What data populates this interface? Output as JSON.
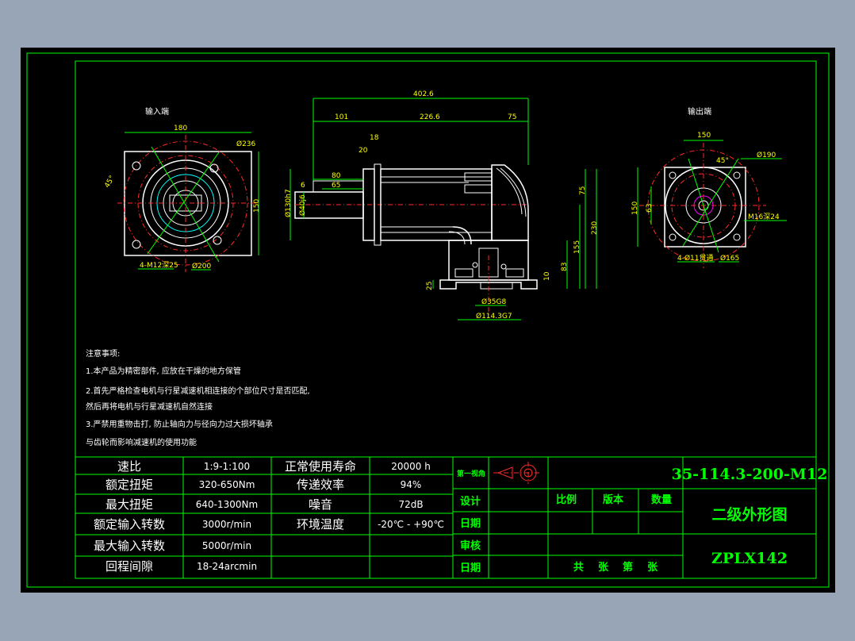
{
  "views": {
    "input_label": "输入端",
    "output_label": "输出端"
  },
  "dims": {
    "in_180": "180",
    "in_236": "Ø236",
    "in_45": "45°",
    "in_150": "150",
    "in_m12": "4-M12深25",
    "in_200": "Ø200",
    "side_402": "402.6",
    "side_101": "101",
    "side_226": "226.6",
    "side_75a": "75",
    "side_18": "18",
    "side_20": "20",
    "side_80": "80",
    "side_65": "65",
    "side_6": "6",
    "side_130": "Ø130h7",
    "side_40": "Ø40j6",
    "side_75b": "75",
    "side_230": "230",
    "side_155": "155",
    "side_83": "83",
    "side_10": "10",
    "side_25": "25",
    "side_35": "Ø35G8",
    "side_114": "Ø114.3G7",
    "out_150": "150",
    "out_45": "45°",
    "out_190": "Ø190",
    "out_150v": "150",
    "out_63": "63",
    "out_m16": "M16深24",
    "out_11": "4-Ø11贯通",
    "out_165": "Ø165"
  },
  "notes": {
    "title": "注意事项:",
    "line1": "1.本产品为精密部件, 应放在干燥的地方保管",
    "line2": "2.首先严格检查电机与行星减速机相连接的个部位尺寸是否匹配,",
    "line3": "然后再将电机与行星减速机自然连接",
    "line4": "3.严禁用重物击打, 防止轴向力与径向力过大损坏轴承",
    "line5": "与齿轮而影响减速机的使用功能"
  },
  "specs": [
    [
      "速比",
      "1:9-1:100",
      "正常使用寿命",
      "20000 h"
    ],
    [
      "额定扭矩",
      "320-650Nm",
      "传递效率",
      "94%"
    ],
    [
      "最大扭矩",
      "640-1300Nm",
      "噪音",
      "72dB"
    ],
    [
      "额定输入转数",
      "3000r/min",
      "环境温度",
      "-20℃ - +90℃"
    ],
    [
      "最大输入转数",
      "5000r/min",
      "",
      ""
    ],
    [
      "回程间隙",
      "18-24arcmin",
      "",
      ""
    ]
  ],
  "titleblock": {
    "projection": "第一视角",
    "design": "设计",
    "date1": "日期",
    "review": "审核",
    "date2": "日期",
    "scale": "比例",
    "version": "版本",
    "quantity": "数量",
    "sheets": "共    张    第    张",
    "code": "35-114.3-200-M12",
    "name": "二级外形图",
    "model": "ZPLX142"
  }
}
